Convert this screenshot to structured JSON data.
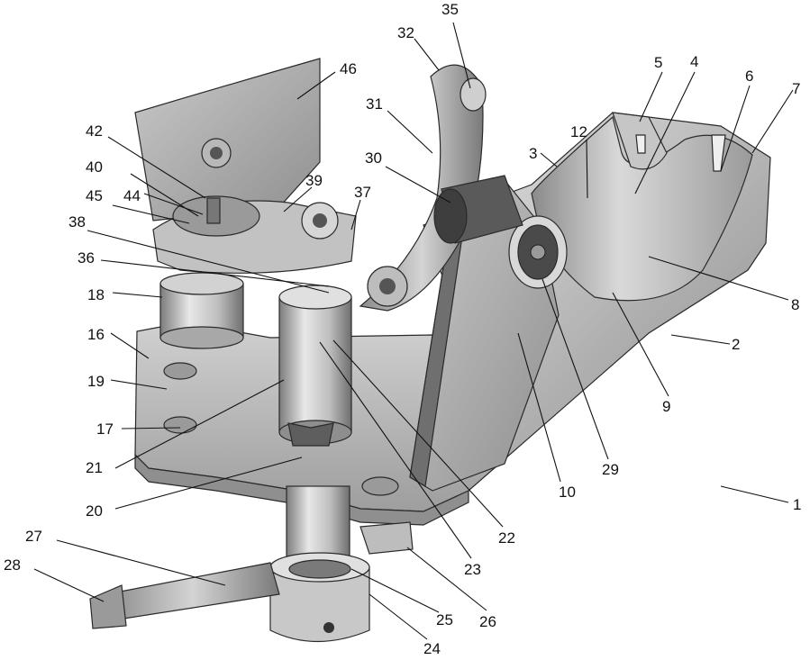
{
  "figure": {
    "reference_labels": [
      "1",
      "2",
      "3",
      "4",
      "5",
      "6",
      "7",
      "8",
      "9",
      "10",
      "12",
      "16",
      "17",
      "18",
      "19",
      "20",
      "21",
      "22",
      "23",
      "24",
      "25",
      "26",
      "27",
      "28",
      "29",
      "30",
      "31",
      "32",
      "35",
      "36",
      "37",
      "38",
      "39",
      "40",
      "42",
      "44",
      "45",
      "46"
    ]
  }
}
